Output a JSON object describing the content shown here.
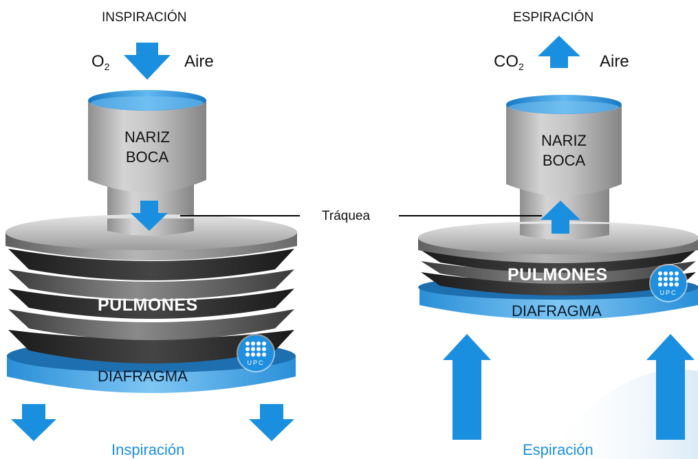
{
  "left": {
    "title": "INSPIRACIÓN",
    "gas_prefix": "O",
    "gas_sub": "2",
    "air": "Aire",
    "nose_line1": "NARIZ",
    "nose_line2": "BOCA",
    "lungs": "PULMONES",
    "diaphragm": "DIAFRAGMA",
    "phase": "Inspiración",
    "logo_text": "UPC"
  },
  "right": {
    "title": "ESPIRACIÓN",
    "gas_prefix": "CO",
    "gas_sub": "2",
    "air": "Aire",
    "nose_line1": "NARIZ",
    "nose_line2": "BOCA",
    "lungs": "PULMONES",
    "diaphragm": "DIAFRAGMA",
    "phase": "Espiración",
    "logo_text": "UPC"
  },
  "trachea_label": "Tráquea",
  "colors": {
    "arrow": "#1a8fe0",
    "cylinder_gray": "#bdbdbd",
    "bellows_dark": "#2c2c2c",
    "diaphragm_blue": "#3aa3e8"
  }
}
